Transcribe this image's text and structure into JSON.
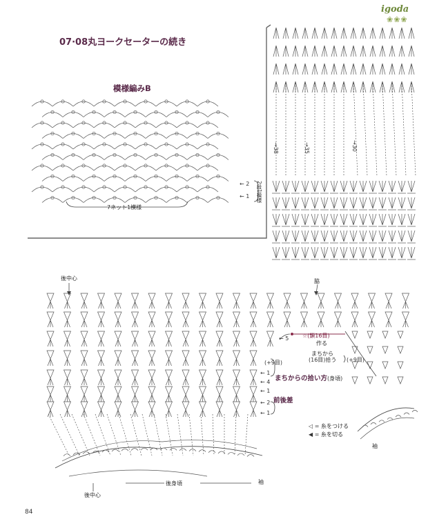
{
  "brand": {
    "name": "igoda",
    "ornament": "❀❀❀"
  },
  "page": {
    "title": "07·08丸ヨークセーターの続き",
    "number": "84"
  },
  "pattern_b": {
    "title": "模様編みB",
    "repeat_label": "7ネット1模様",
    "row_markers": [
      "2",
      "1"
    ],
    "rows_label": "2段1模様"
  },
  "yoke": {
    "row_labels": [
      "38",
      "35",
      "30"
    ]
  },
  "body": {
    "back_center_top": "後中心",
    "side": "脇",
    "back_center_bottom": "後中心",
    "back_neckline": "後身頃",
    "sleeve_left": "袖",
    "sleeve_right": "袖",
    "front_back_diff": "前後差",
    "plus9_left": "(+9目)",
    "plus9_right": "(+9目)",
    "row5": "5",
    "chain16_a": "☆(鎖16目)",
    "chain16_b": "作る",
    "gusset_a": "まちから",
    "gusset_b": "(16目)拾う",
    "pickup_title": "まちからの拾い方",
    "pickup_sub": "(身頃)",
    "left_rows": [
      "1",
      "4",
      "1",
      "2",
      "1"
    ]
  },
  "legend": {
    "attach": "◁ = 糸をつける",
    "cut": "◀ = 糸を切る"
  }
}
